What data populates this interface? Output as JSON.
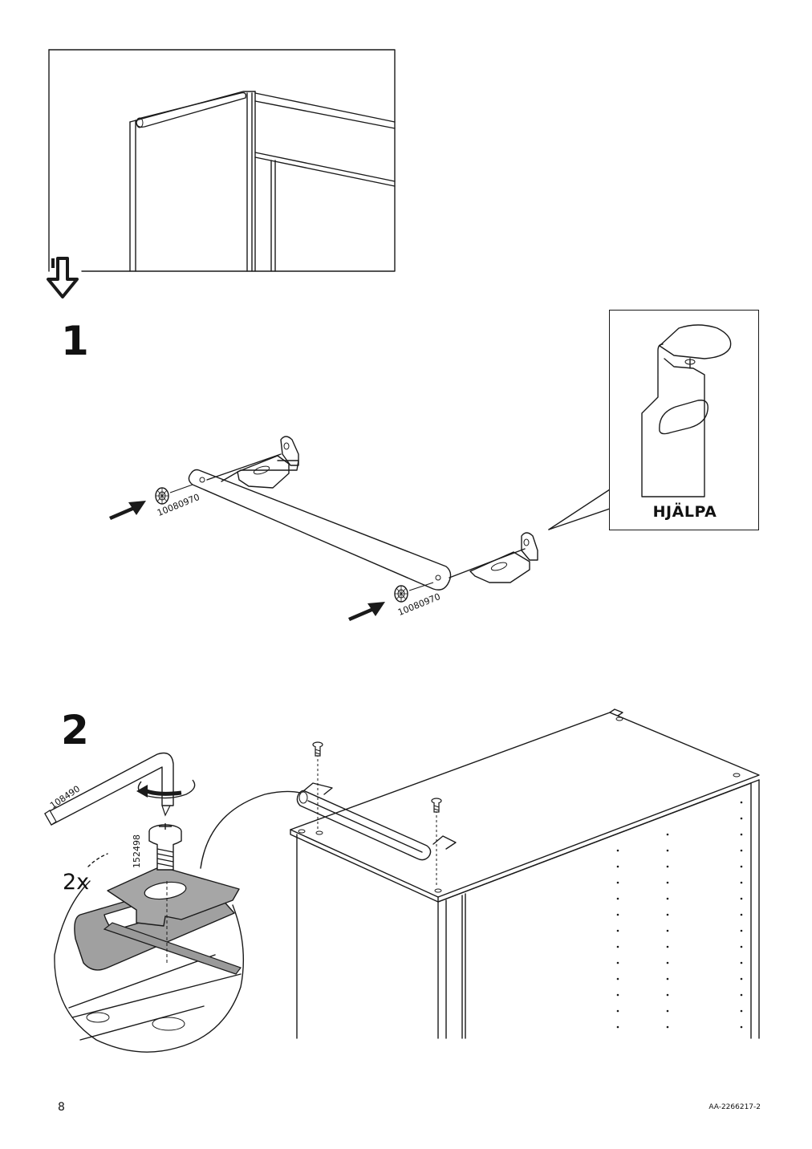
{
  "steps": [
    {
      "number": "1",
      "part_numbers": [
        "10080970",
        "10080970"
      ],
      "detail_label": "HJÄLPA"
    },
    {
      "number": "2",
      "tool_part": "108490",
      "screw_part": "152498",
      "quantity": "2x"
    }
  ],
  "footer": {
    "page_number": "8",
    "doc_id": "AA-2266217-2"
  }
}
